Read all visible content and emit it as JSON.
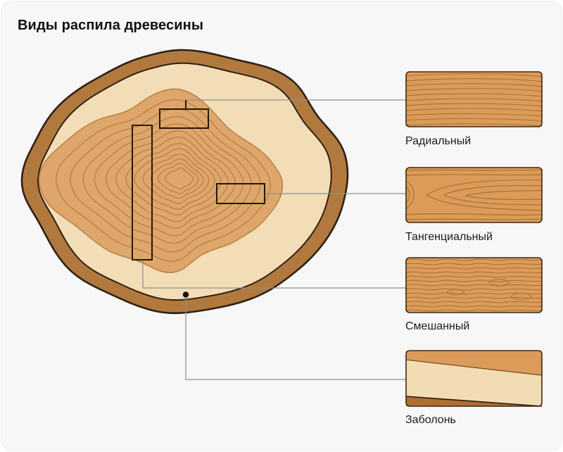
{
  "title": "Виды распила древесины",
  "cuts": [
    {
      "id": "radial",
      "label": "Радиальный"
    },
    {
      "id": "tangential",
      "label": "Тангенциальный"
    },
    {
      "id": "mixed",
      "label": "Смешанный"
    },
    {
      "id": "sapwood",
      "label": "Заболонь"
    }
  ],
  "markers": [
    {
      "name": "radial-cut-marker",
      "shape": "rect"
    },
    {
      "name": "tangential-cut-marker",
      "shape": "rect"
    },
    {
      "name": "mixed-cut-marker",
      "shape": "rect"
    },
    {
      "name": "sapwood-point-marker",
      "shape": "dot"
    }
  ],
  "colors": {
    "card_bg": "#F7F7F8",
    "bark": "#B1793E",
    "trunk_outline": "#2E2014",
    "sapwood_fill": "#F2DDB6",
    "heartwood_fill": "#DFA66B",
    "ring_stroke": "#B58045",
    "marker_stroke": "#26190B",
    "connector": "#909090",
    "dot": "#1A1008",
    "swatch_wood": "#DC9B59",
    "swatch_grain": "#A87134",
    "swatch_border": "#3E2A15",
    "band_cream": "#F2DCB4",
    "band_dark": "#AD6D31",
    "band_edge": "#7A4E20",
    "label_text": "#1B1B1D",
    "title_text": "#111113"
  }
}
